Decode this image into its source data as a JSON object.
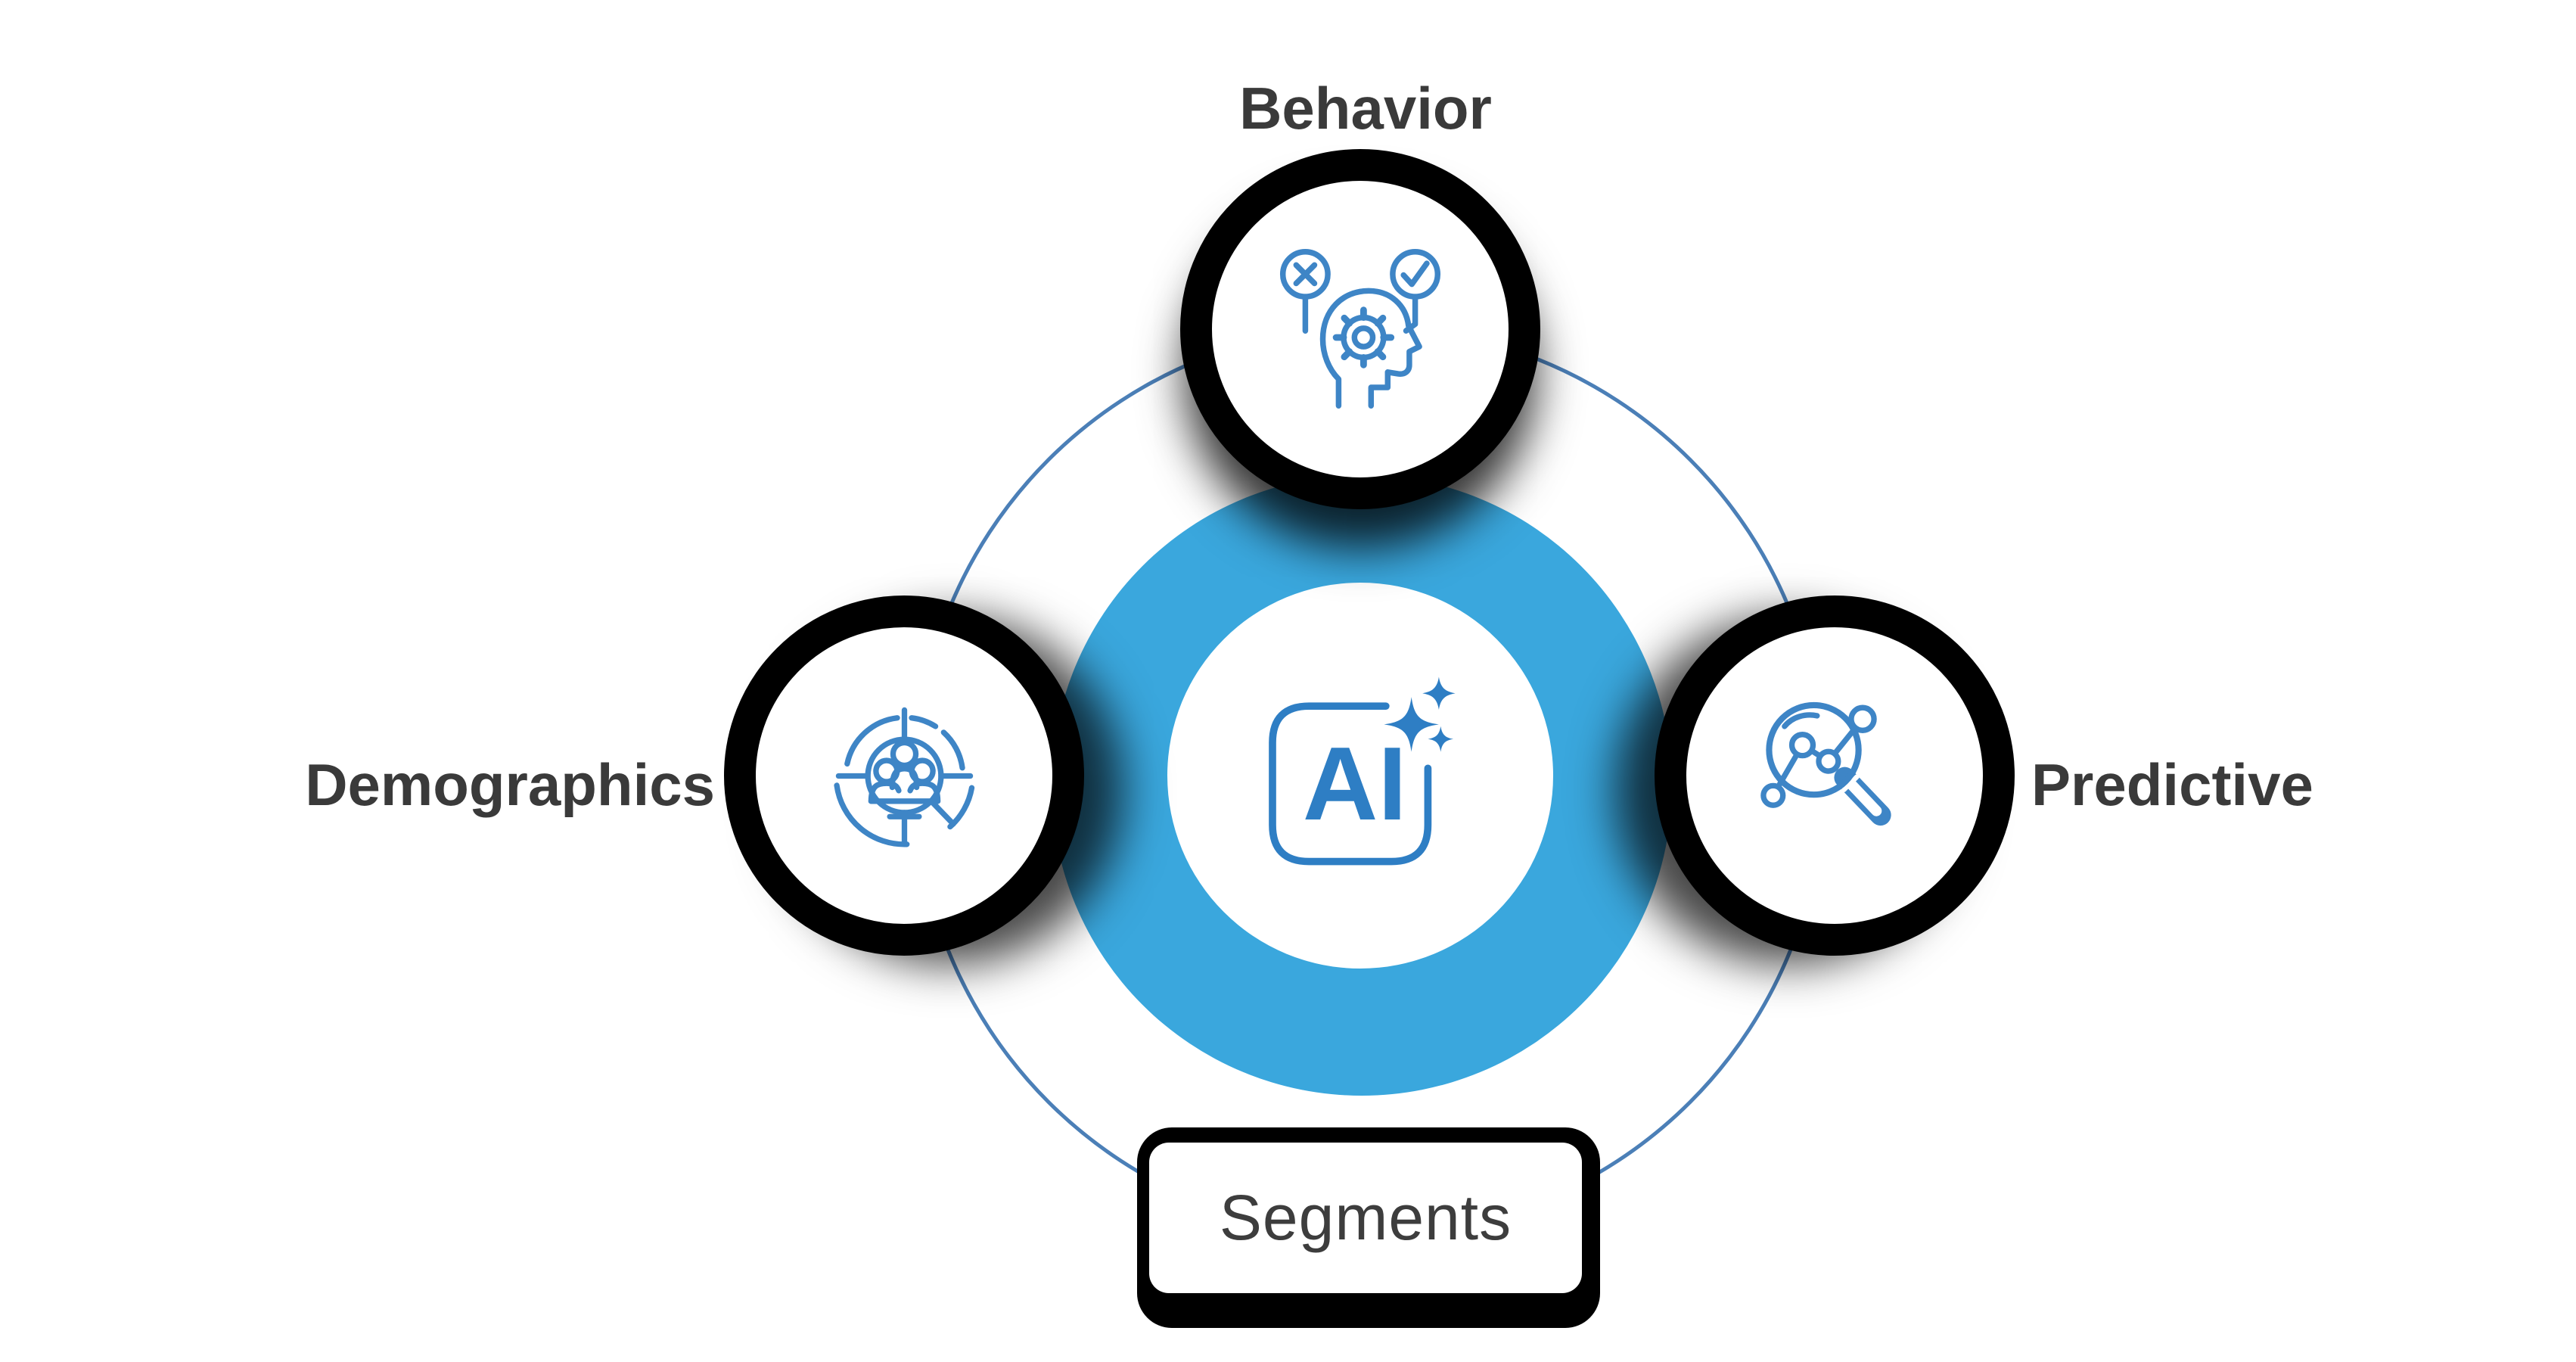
{
  "diagram": {
    "center": {
      "label": "AI",
      "icon": "ai-sparkles-icon"
    },
    "nodes": [
      {
        "id": "behavior",
        "label": "Behavior",
        "icon": "decision-head-icon",
        "position": "top"
      },
      {
        "id": "demographics",
        "label": "Demographics",
        "icon": "audience-pie-icon",
        "position": "left"
      },
      {
        "id": "predictive",
        "label": "Predictive",
        "icon": "magnifier-graph-icon",
        "position": "right"
      },
      {
        "id": "segments",
        "label": "Segments",
        "icon": "none",
        "position": "bottom",
        "shape": "rounded-rectangle"
      }
    ],
    "colors": {
      "background": "#FFFFFF",
      "hub_fill": "#3AA7DD",
      "icon_stroke": "#3E85C6",
      "ai_icon_stroke": "#2E7EC4",
      "orbit_ring": "#4B7FB7",
      "node_outline": "#000000",
      "label_text": "#3A3A3A"
    }
  }
}
